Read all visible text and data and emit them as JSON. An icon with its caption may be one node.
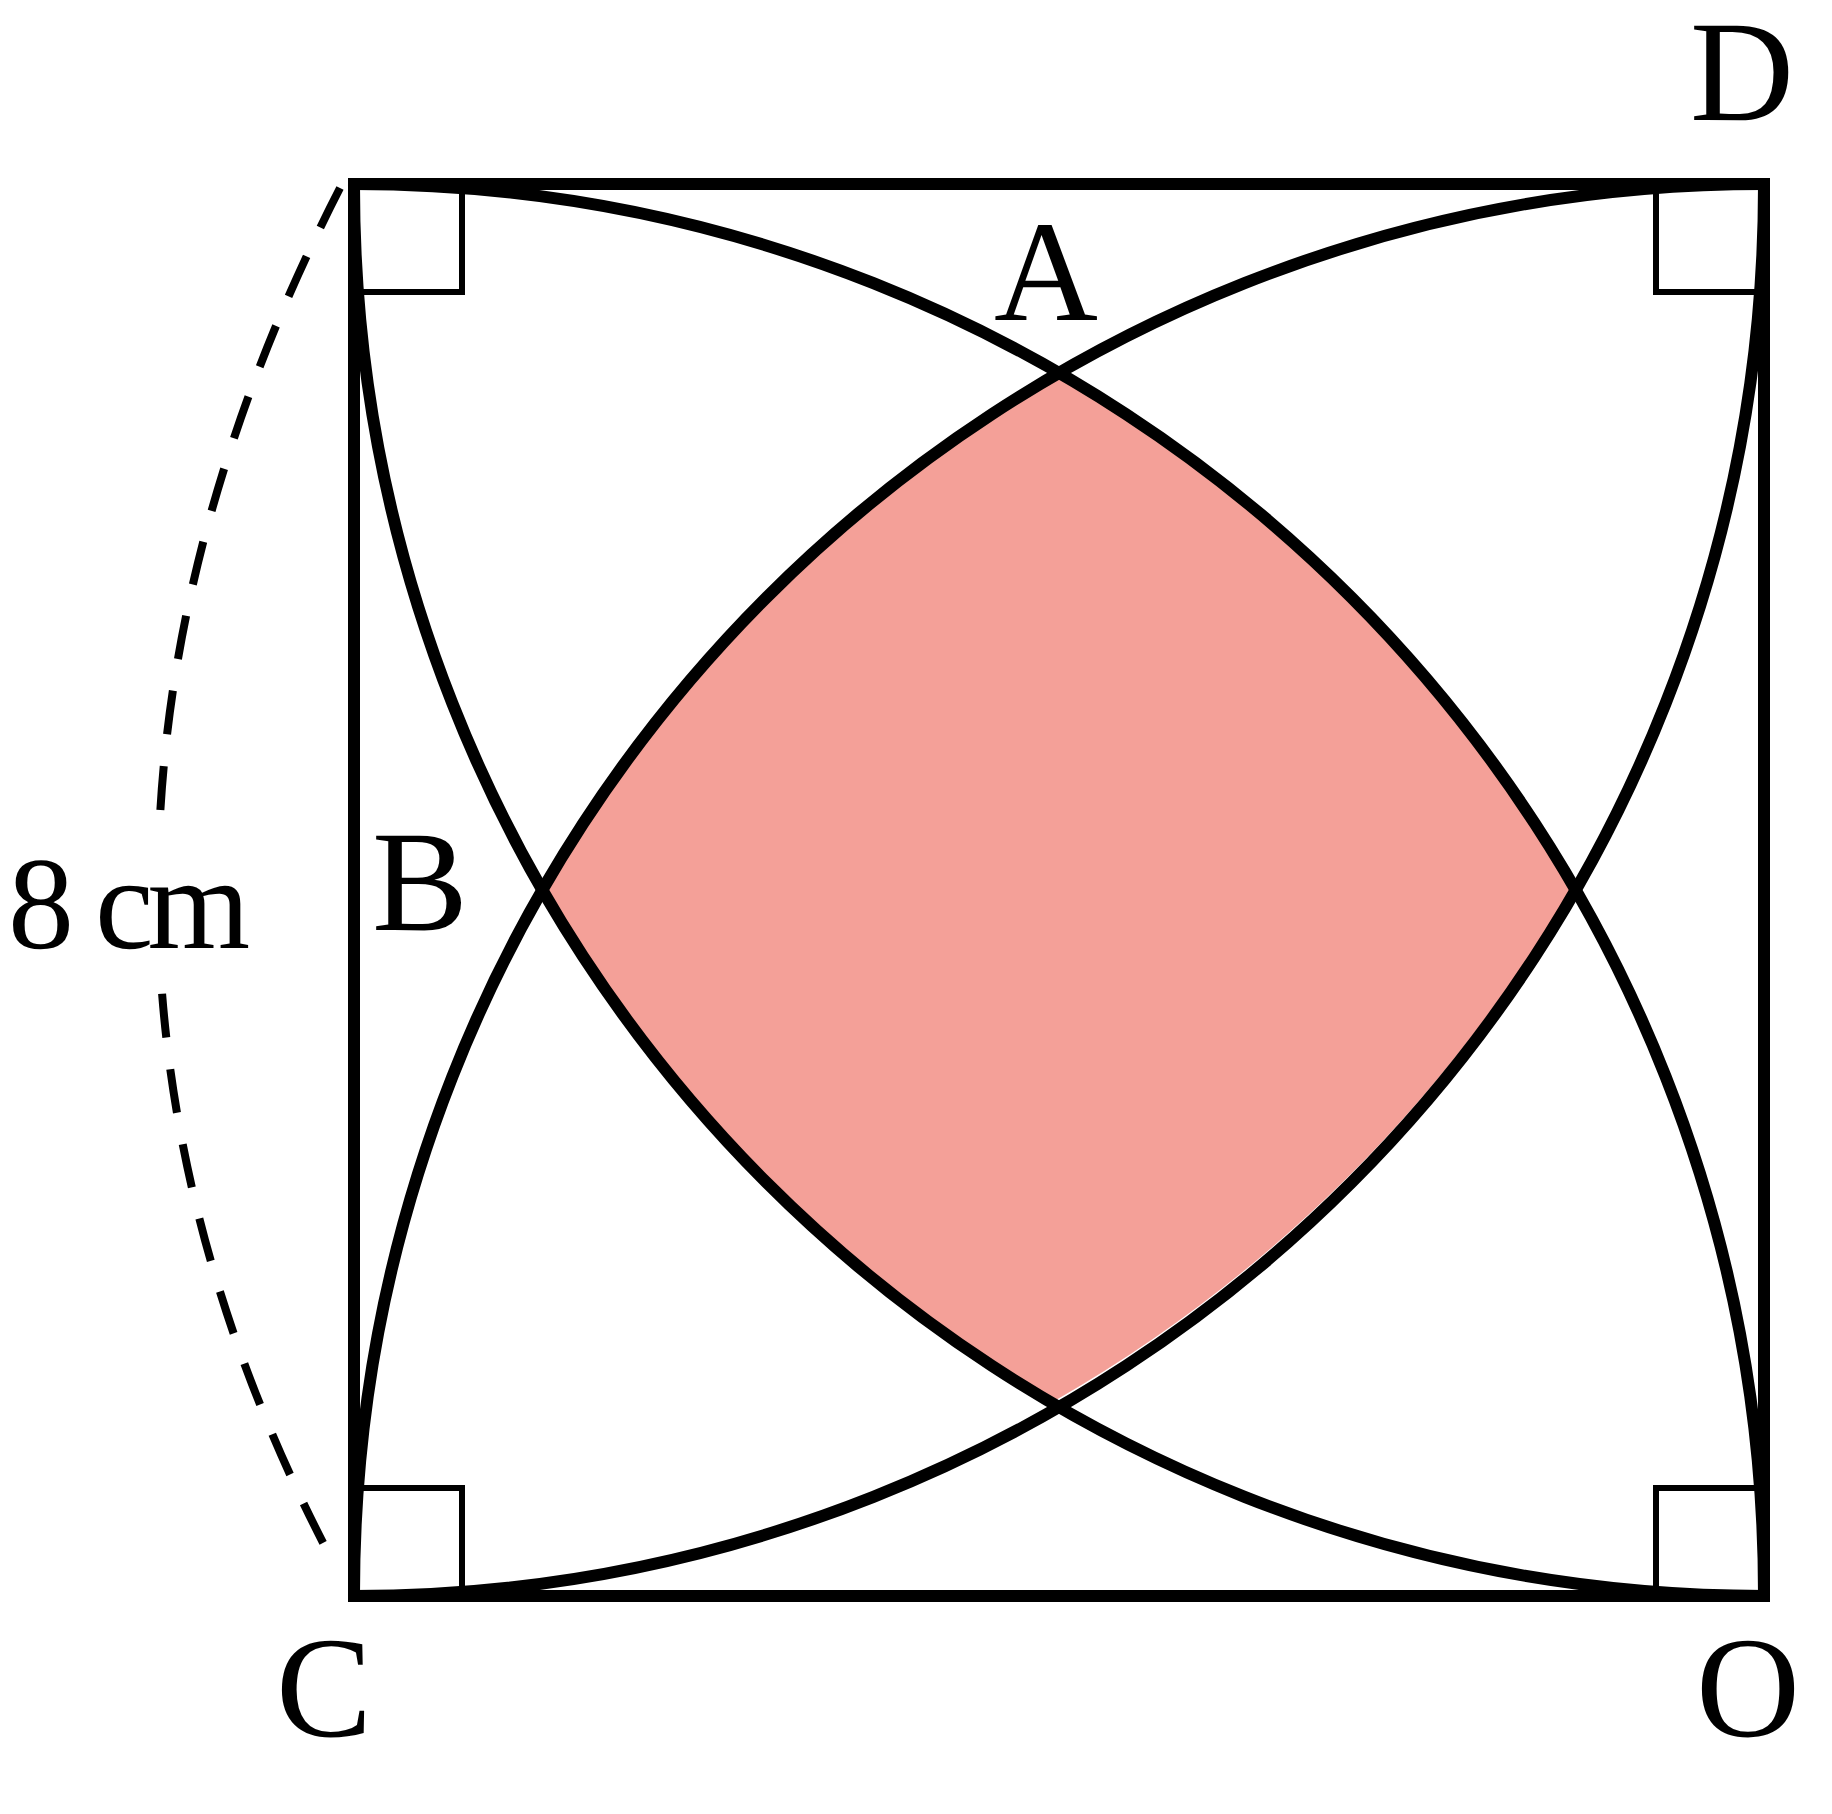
{
  "diagram": {
    "labels": [
      "D",
      "A",
      "8 cm",
      "B",
      "C",
      "O"
    ]
  }
}
